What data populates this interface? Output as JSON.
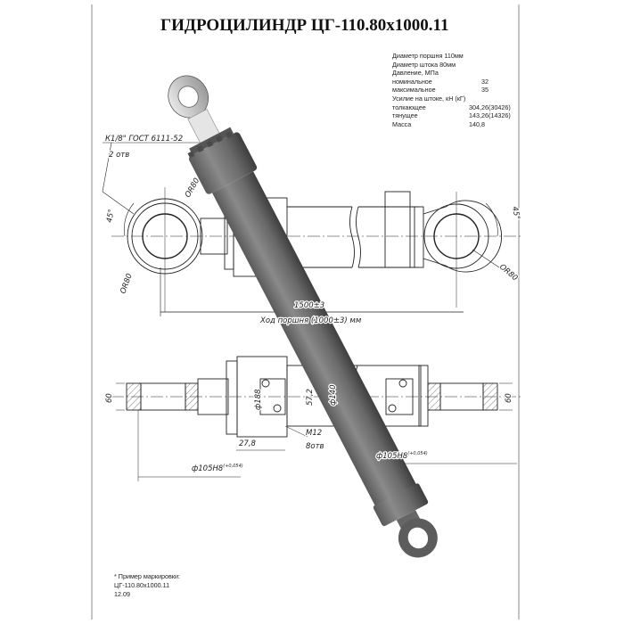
{
  "title": "ГИДРОЦИЛИНДР  ЦГ-110.80х1000.11",
  "specs": [
    {
      "label": "Диаметр поршня 110мм",
      "value": ""
    },
    {
      "label": "Диаметр штока 80мм",
      "value": ""
    },
    {
      "label": "Давление, МПа",
      "value": ""
    },
    {
      "label": "номинальное",
      "value": "32"
    },
    {
      "label": "максимальное",
      "value": "35"
    },
    {
      "label": "Усилие на штоке, кН (кГ)",
      "value": ""
    },
    {
      "label": "толкающее",
      "value": "304,26(30426)"
    },
    {
      "label": "тянущее",
      "value": "143,26(14326)"
    },
    {
      "label": "Масса",
      "value": "140,8"
    }
  ],
  "dimensions": {
    "thread": "К1/8\" ГОСТ 6111-52",
    "holes": "2 отв",
    "radius_top": "ОR80",
    "radius_left": "ОR80",
    "radius_right": "ОR80",
    "angle_left": "45°",
    "angle_right": "45°",
    "length": "1500±3",
    "stroke": "Ход поршня (1000±3) мм",
    "width_left": "60",
    "width_right": "60",
    "flange_dia": "ф188",
    "bolt_spacing": "57,2",
    "barrel_dia": "ф140",
    "bolt_thread": "М12",
    "bolt_count": "8отв",
    "offset": "27,8",
    "bore_left": "ф105Н8",
    "bore_left_tol": "(+0,054)",
    "bore_right": "ф105Н8",
    "bore_right_tol": "(+0,054)"
  },
  "note": {
    "line1": "* Пример маркировки:",
    "line2": "ЦГ-110.80х1000.11",
    "line3": "12.09"
  },
  "colors": {
    "frame": "#888888",
    "line": "#222222",
    "body": "#6e6e6e"
  }
}
